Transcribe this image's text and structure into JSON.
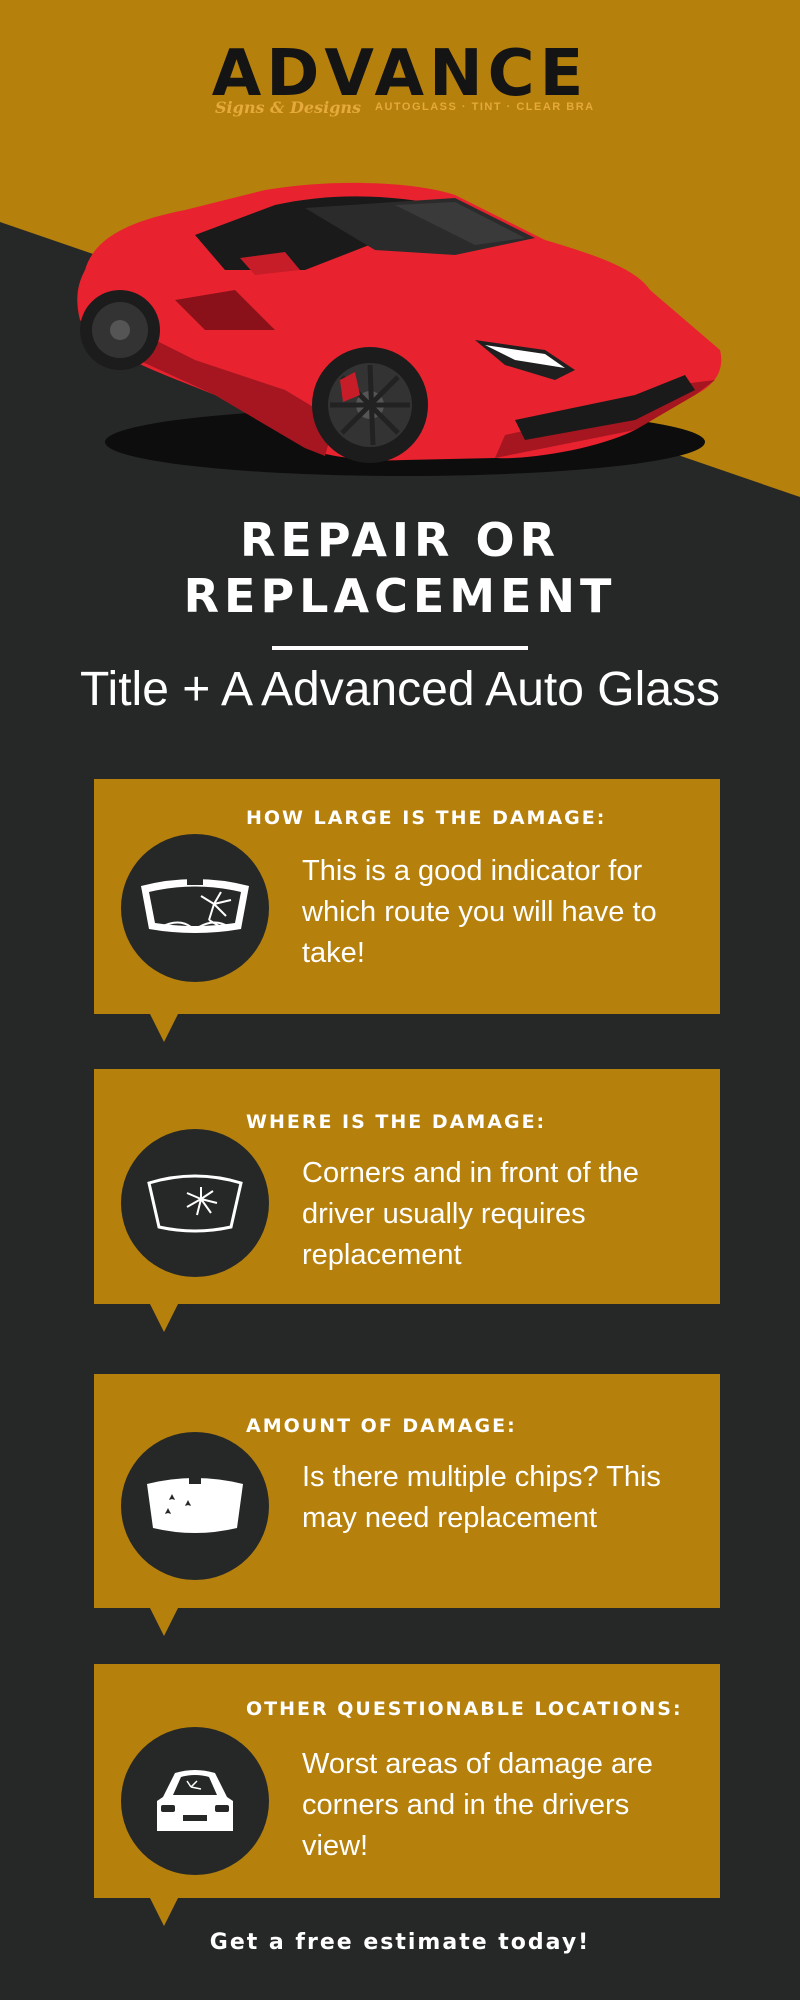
{
  "brand": {
    "name": "ADVANCE",
    "script": "Signs & Designs",
    "tagline": "AUTOGLASS · TINT · CLEAR BRA"
  },
  "hero": {
    "title_line1": "REPAIR OR",
    "title_line2": "REPLACEMENT",
    "subtitle": "Title + A Advanced Auto Glass"
  },
  "cards": [
    {
      "heading": "HOW LARGE IS THE DAMAGE:",
      "body": "This is a good indicator for which route you will have to take!",
      "icon": "cracked-windshield-icon"
    },
    {
      "heading": "WHERE IS THE DAMAGE:",
      "body": "Corners and in front of the driver usually requires replacement",
      "icon": "windshield-crack-corner-icon"
    },
    {
      "heading": "AMOUNT OF DAMAGE:",
      "body": "Is there multiple chips? This may need replacement",
      "icon": "windshield-chips-icon"
    },
    {
      "heading": "OTHER QUESTIONABLE LOCATIONS:",
      "body": "Worst areas of damage are corners and in the drivers view!",
      "icon": "car-front-crack-icon"
    }
  ],
  "footer": {
    "cta": "Get a free estimate today!"
  },
  "colors": {
    "gold": "#b5800c",
    "dark": "#262827",
    "car_red": "#e8232f",
    "text": "#ffffff"
  }
}
